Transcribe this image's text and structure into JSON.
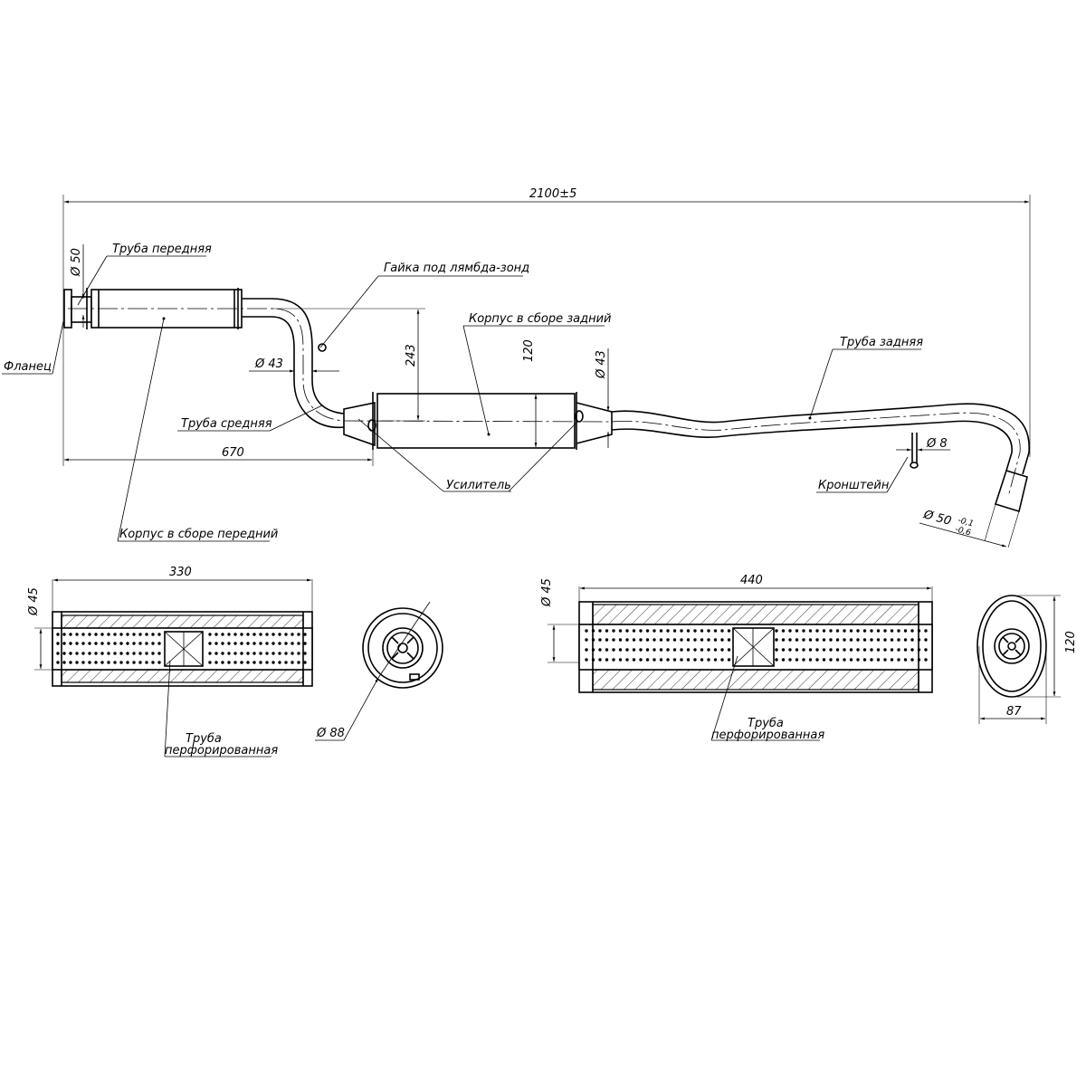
{
  "main_view": {
    "overall_length": "2100±5",
    "front_pipe_diameter": "Ø 50",
    "middle_pipe_diameter": "Ø 43",
    "height_dim": "243",
    "front_length": "670",
    "rear_body_height": "120",
    "rear_inlet_diameter": "Ø 43",
    "bracket_diameter": "Ø 8",
    "outlet_diameter": "Ø 50",
    "outlet_tol_upper": "-0,1",
    "outlet_tol_lower": "-0,6"
  },
  "labels": {
    "front_pipe": "Труба передняя",
    "lambda_nut": "Гайка под лямбда-зонд",
    "rear_body": "Корпус в сборе задний",
    "rear_pipe": "Труба задняя",
    "flange": "Фланец",
    "middle_pipe": "Труба средняя",
    "reinforcement": "Усилитель",
    "bracket": "Кронштейн",
    "front_body": "Корпус в сборе передний"
  },
  "front_section": {
    "length": "330",
    "pipe_diameter": "Ø 45",
    "outer_diameter": "Ø 88",
    "label_line1": "Труба",
    "label_line2": "перфорированная"
  },
  "rear_section": {
    "length": "440",
    "pipe_diameter": "Ø 45",
    "height": "120",
    "width": "87",
    "label_line1": "Труба",
    "label_line2": "перфорированная"
  }
}
